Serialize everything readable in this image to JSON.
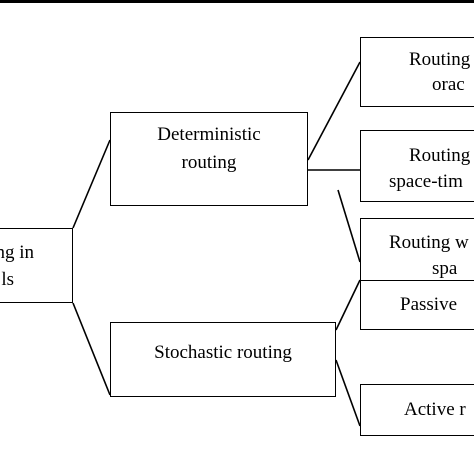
{
  "root": {
    "line1": "ng in",
    "line2": "ls"
  },
  "deterministic": {
    "line1": "Deterministic",
    "line2": "routing"
  },
  "stochastic": {
    "line1": "Stochastic routing"
  },
  "det_children": [
    {
      "line1": "Routing",
      "line2": "orac"
    },
    {
      "line1": "Routing",
      "line2": "space-tim"
    },
    {
      "line1": "Routing w",
      "line2": "spa"
    }
  ],
  "sto_children": [
    {
      "line1": "Passive"
    },
    {
      "line1": "Active r"
    }
  ]
}
